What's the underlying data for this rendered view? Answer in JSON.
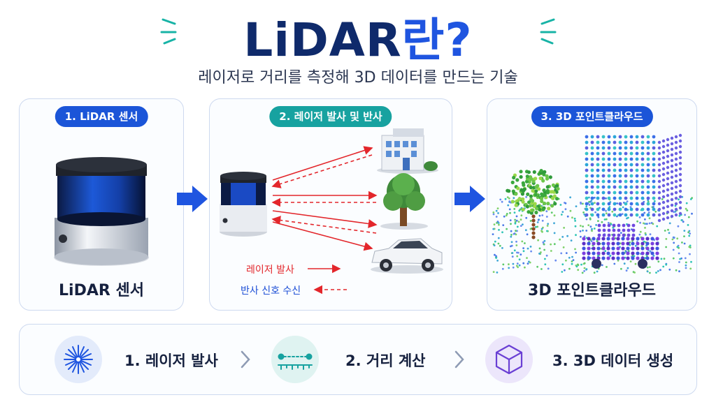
{
  "header": {
    "title_main": "LiDAR",
    "title_accent": "란?",
    "subtitle": "레이저로 거리를 측정해 3D 데이터를 만드는 기술"
  },
  "panels": [
    {
      "badge": "1. LiDAR 센서",
      "caption": "LiDAR 센서",
      "badge_color": "#1b55d8"
    },
    {
      "badge": "2. 레이저 발사 및 반사",
      "badge_color": "#17a2a0",
      "legend_emit": "레이저 발사",
      "legend_return": "반사 신호 수신"
    },
    {
      "badge": "3. 3D 포인트클라우드",
      "caption": "3D 포인트클라우드",
      "badge_color": "#1b55d8"
    }
  ],
  "steps": [
    {
      "label": "1. 레이저 발사",
      "icon": "laser-burst-icon"
    },
    {
      "label": "2. 거리 계산",
      "icon": "distance-ruler-icon"
    },
    {
      "label": "3. 3D 데이터 생성",
      "icon": "cube-icon"
    }
  ],
  "colors": {
    "navy": "#0f2a6b",
    "blue": "#1f55e0",
    "teal": "#17a2a0",
    "laser_red": "#e3262b",
    "return_blue": "#1d4fd6"
  }
}
